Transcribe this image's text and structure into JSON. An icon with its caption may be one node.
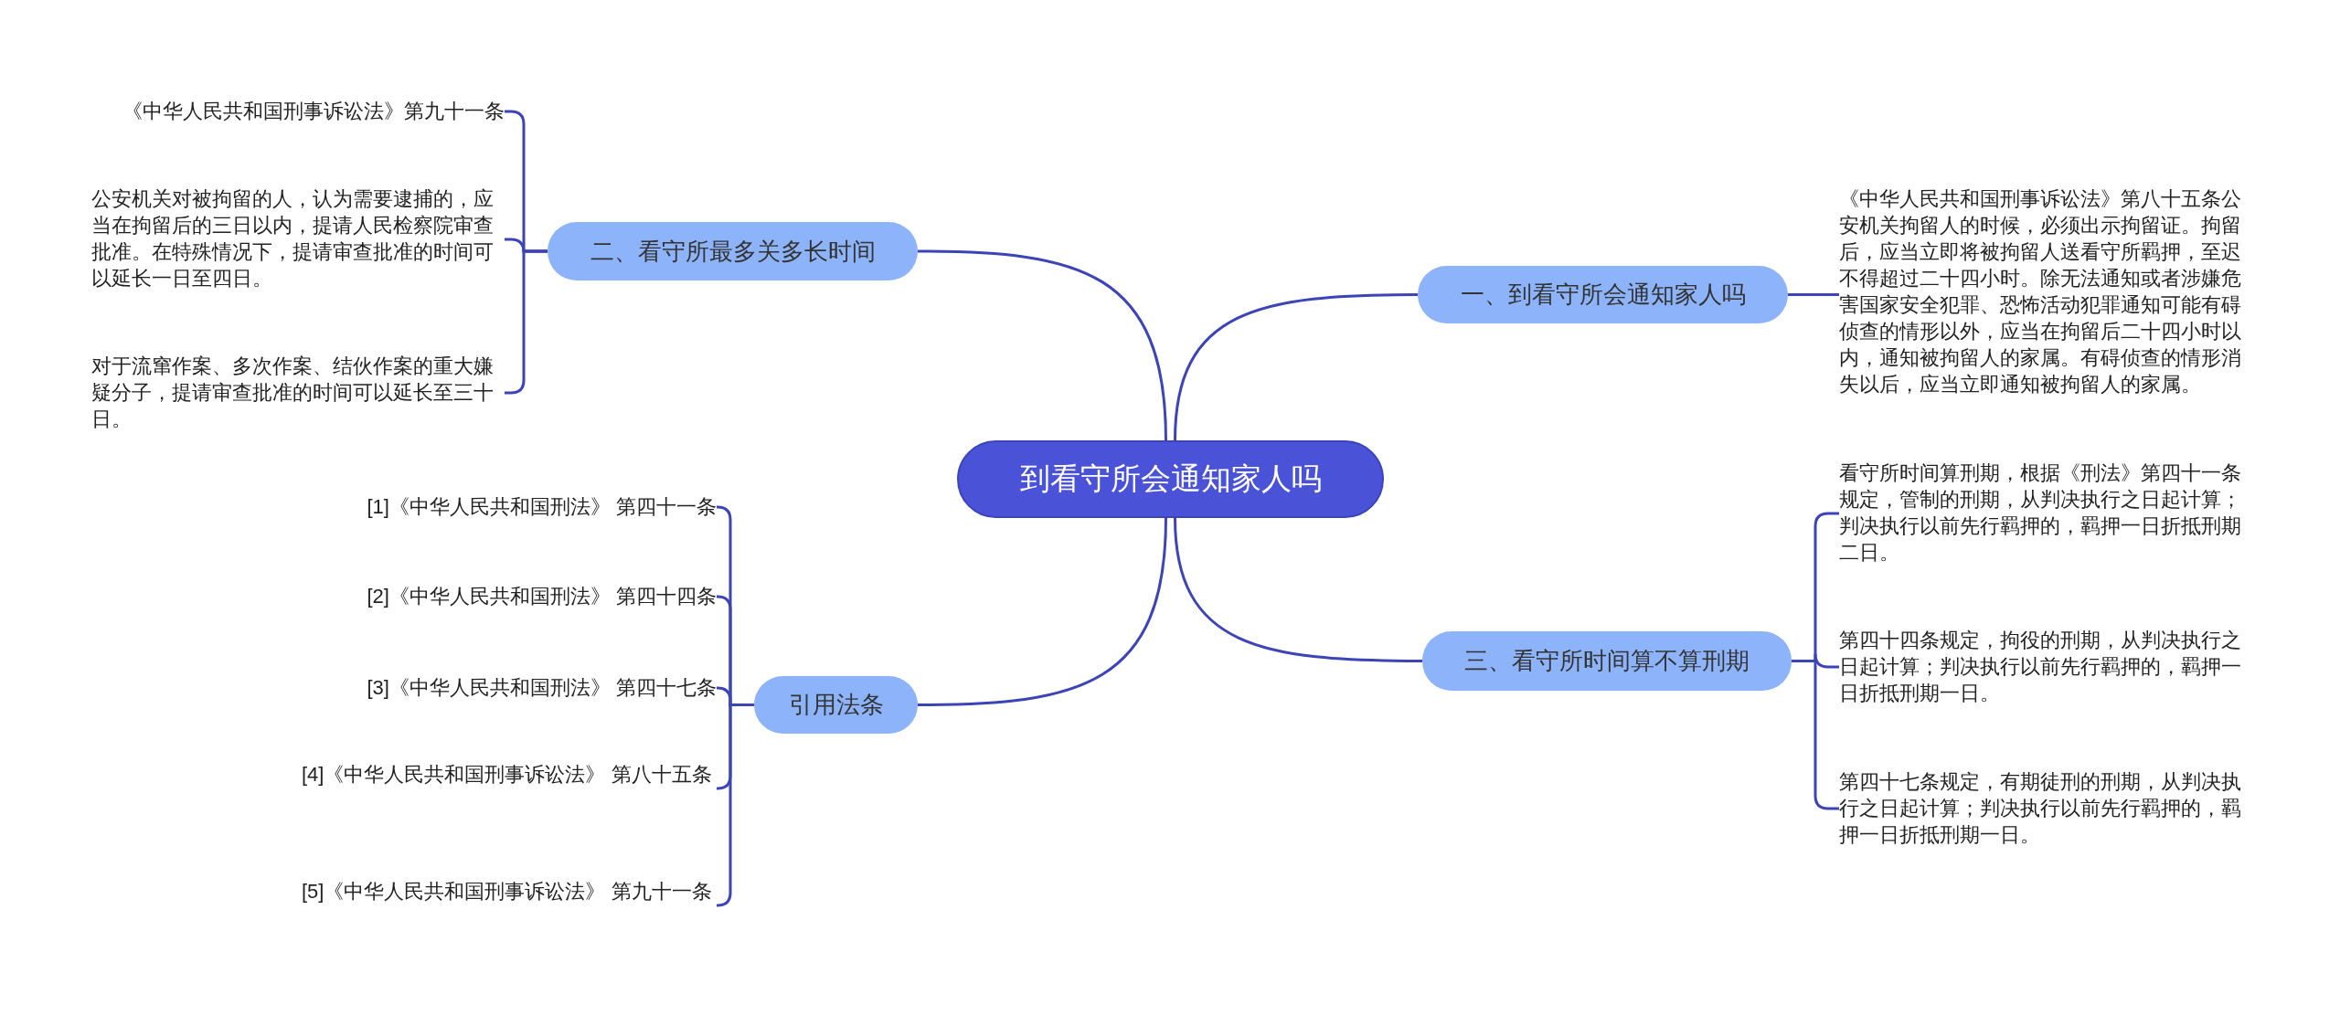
{
  "diagram": {
    "nodes": [
      {
        "text": [
          "到看守所会通知家人吗"
        ]
      },
      {
        "text": [
          "一、到看守所会通知家人吗"
        ]
      },
      {
        "text": [
          "《中华人民共和国刑事诉讼法》第八十五条公安机关拘留人的时候，必须出示拘留证。拘留后，应当立即将被拘留人送看守所羁押，至迟不得超过二十四小时。除无法通知或者涉嫌危害国家安全犯罪、恐怖活动犯罪通知可能有碍侦查的情形以外，应当在拘留后二十四小时以内，通知被拘留人的家属。有碍侦查的情形消失以后，应当立即通知被拘留人的家属。"
        ]
      },
      {
        "text": [
          "二、看守所最多关多长时间"
        ]
      },
      {
        "text": [
          "《中华人民共和国刑事诉讼法》第九十一条"
        ]
      },
      {
        "text": [
          "公安机关对被拘留的人，认为需要逮捕的，应当在拘留后的三日以内，提请人民检察院审查批准。在特殊情况下，提请审查批准的时间可以延长一日至四日。"
        ]
      },
      {
        "text": [
          "对于流窜作案、多次作案、结伙作案的重大嫌疑分子，提请审查批准的时间可以延长至三十日。"
        ]
      },
      {
        "text": [
          "三、看守所时间算不算刑期"
        ]
      },
      {
        "text": [
          "看守所时间算刑期，根据《刑法》第四十一条规定，管制的刑期，从判决执行之日起计算；判决执行以前先行羁押的，羁押一日折抵刑期二日。"
        ]
      },
      {
        "text": [
          "第四十四条规定，拘役的刑期，从判决执行之日起计算；判决执行以前先行羁押的，羁押一日折抵刑期一日。"
        ]
      },
      {
        "text": [
          "第四十七条规定，有期徒刑的刑期，从判决执行之日起计算；判决执行以前先行羁押的，羁押一日折抵刑期一日。"
        ]
      },
      {
        "text": [
          "引用法条"
        ]
      },
      {
        "text": [
          "[1]《中华人民共和国刑法》 第四十一条"
        ]
      },
      {
        "text": [
          "[2]《中华人民共和国刑法》 第四十四条"
        ]
      },
      {
        "text": [
          "[3]《中华人民共和国刑法》 第四十七条"
        ]
      },
      {
        "text": [
          "[4]《中华人民共和国刑事诉讼法》 第八十五条"
        ]
      },
      {
        "text": [
          "[5]《中华人民共和国刑事诉讼法》 第九十一条"
        ]
      }
    ],
    "edges": [
      {
        "from": 0,
        "to": 1,
        "arrow": "none"
      },
      {
        "from": 1,
        "to": 2,
        "arrow": "none"
      },
      {
        "from": 0,
        "to": 3,
        "arrow": "none"
      },
      {
        "from": 3,
        "to": 4,
        "arrow": "none"
      },
      {
        "from": 3,
        "to": 5,
        "arrow": "none"
      },
      {
        "from": 3,
        "to": 6,
        "arrow": "none"
      },
      {
        "from": 0,
        "to": 7,
        "arrow": "none"
      },
      {
        "from": 7,
        "to": 8,
        "arrow": "none"
      },
      {
        "from": 7,
        "to": 9,
        "arrow": "none"
      },
      {
        "from": 7,
        "to": 10,
        "arrow": "none"
      },
      {
        "from": 0,
        "to": 11,
        "arrow": "none"
      },
      {
        "from": 11,
        "to": 12,
        "arrow": "none"
      },
      {
        "from": 11,
        "to": 13,
        "arrow": "none"
      },
      {
        "from": 11,
        "to": 14,
        "arrow": "none"
      },
      {
        "from": 11,
        "to": 15,
        "arrow": "none"
      },
      {
        "from": 11,
        "to": 16,
        "arrow": "none"
      }
    ]
  }
}
